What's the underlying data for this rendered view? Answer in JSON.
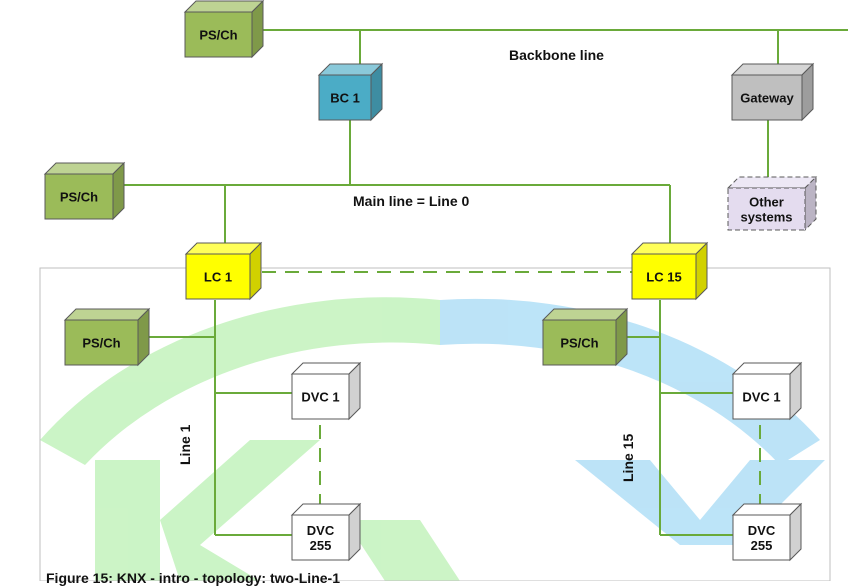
{
  "colors": {
    "line": "#6aaa3a",
    "ps_fill": "#9bbb59",
    "bc_fill": "#4bacc6",
    "lc_fill": "#ffff00",
    "gw_fill": "#bfbfbf",
    "dvc_fill": "#ffffff",
    "other_fill": "#e4dcef",
    "watermark_green": "#b8f0b0",
    "watermark_blue": "#a9daf5"
  },
  "labels": {
    "backbone": "Backbone line",
    "main_line": "Main line = Line 0",
    "line1": "Line 1",
    "line15": "Line 15"
  },
  "nodes": {
    "ps_top": "PS/Ch",
    "bc1": "BC 1",
    "gateway": "Gateway",
    "other_systems": [
      "Other",
      "systems"
    ],
    "ps_main": "PS/Ch",
    "lc1": "LC 1",
    "lc15": "LC 15",
    "ps_line1": "PS/Ch",
    "ps_line15": "PS/Ch",
    "dvc1_left": "DVC 1",
    "dvc255_left": [
      "DVC",
      "255"
    ],
    "dvc1_right": "DVC 1",
    "dvc255_right": [
      "DVC",
      "255"
    ]
  },
  "caption": "Figure 15: KNX - intro - topology: two-Line-1"
}
